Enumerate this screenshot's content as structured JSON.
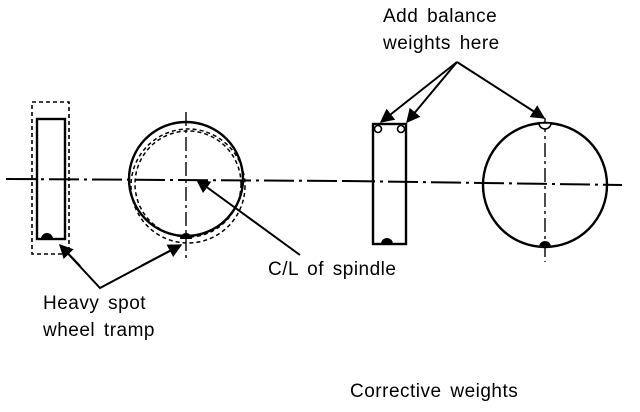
{
  "labels": {
    "balance_line1": "Add balance",
    "balance_line2": "weights here",
    "spindle": "C/L of spindle",
    "heavy_line1": "Heavy spot",
    "heavy_line2": "wheel tramp",
    "corrective": "Corrective weights"
  },
  "colors": {
    "ink": "#000000",
    "paper": "#ffffff"
  }
}
